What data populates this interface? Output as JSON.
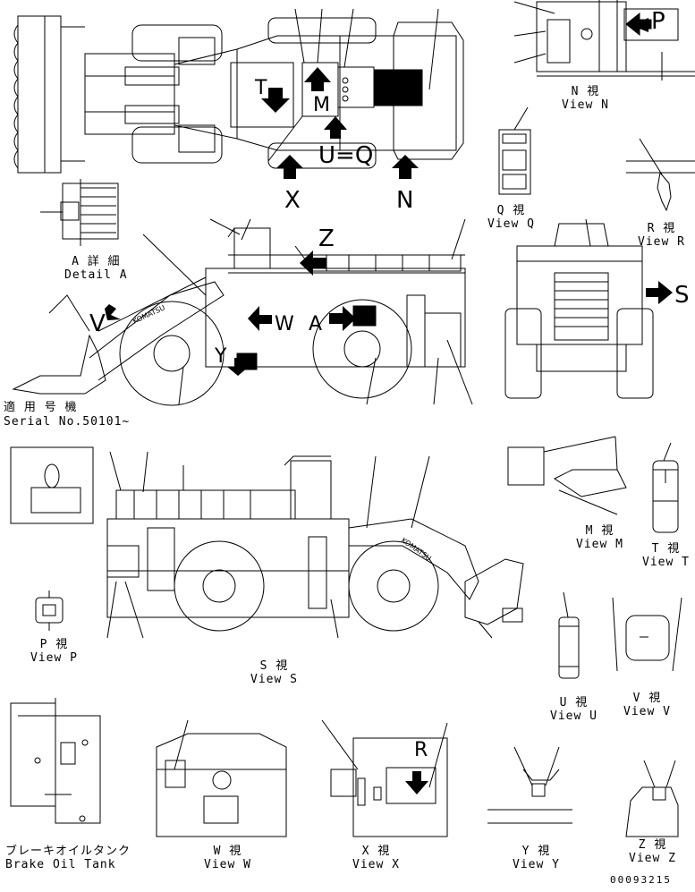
{
  "views": {
    "detail_a": {
      "jp": "A 詳 細",
      "en": "Detail A"
    },
    "view_n": {
      "jp": "N 視",
      "en": "View N"
    },
    "view_q": {
      "jp": "Q 視",
      "en": "View Q"
    },
    "view_r": {
      "jp": "R 視",
      "en": "View R"
    },
    "view_m": {
      "jp": "M 視",
      "en": "View M"
    },
    "view_t": {
      "jp": "T 視",
      "en": "View T"
    },
    "view_p": {
      "jp": "P 視",
      "en": "View P"
    },
    "view_s": {
      "jp": "S 視",
      "en": "View S"
    },
    "view_u": {
      "jp": "U 視",
      "en": "View U"
    },
    "view_v": {
      "jp": "V 視",
      "en": "View V"
    },
    "brake_tank": {
      "jp": "ブレーキオイルタンク",
      "en": "Brake Oil Tank"
    },
    "view_w": {
      "jp": "W 視",
      "en": "View W"
    },
    "view_x": {
      "jp": "X 視",
      "en": "View X"
    },
    "view_y": {
      "jp": "Y 視",
      "en": "View Y"
    },
    "view_z": {
      "jp": "Z 視",
      "en": "View Z"
    }
  },
  "serial": {
    "jp": "適 用 号 機",
    "en": "Serial No.50101~"
  },
  "callouts": {
    "x": "X",
    "n": "N",
    "t": "T",
    "m": "M",
    "uq": "U=Q",
    "z": "Z",
    "v": "V",
    "w": "W",
    "a": "A",
    "y": "Y",
    "s": "S",
    "p": "P",
    "r": "R"
  },
  "drawing_number": "00093215",
  "arrow_color": "#000000"
}
